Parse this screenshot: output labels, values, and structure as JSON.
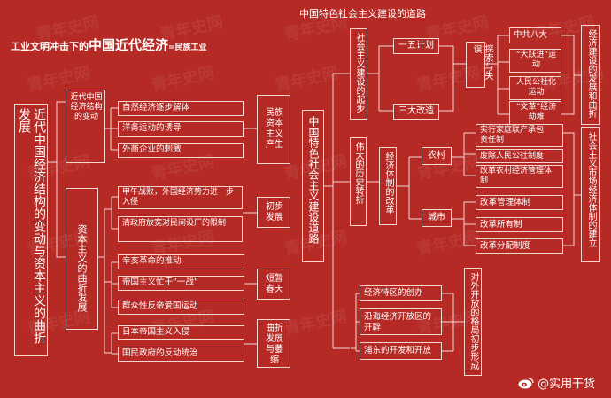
{
  "title": {
    "prefix": "工业文明冲击下的",
    "main": "中国近代经济",
    "suffix": "=民族工业"
  },
  "right_title": "中国特色社会主义建设的道路",
  "left": {
    "root": "近代中国经济结构的变动与资本主义的曲折发展",
    "structure_change": "近代中国经济结构的变动",
    "capitalism_twists": "资本主义的曲折发展",
    "factors": [
      "自然经济逐步解体",
      "洋务运动的诱导",
      "外商企业的刺激"
    ],
    "birth": "民族资本主义产生",
    "early_causes": [
      "甲午战败，外国经济势力进一步入侵",
      "清政府放宽对民间设厂的限制"
    ],
    "early_dev": "初步发展",
    "spring_causes": [
      "辛亥革命的推动",
      "帝国主义忙于“一战”",
      "群众性反帝爱国运动"
    ],
    "spring": "短暂春天",
    "decline_causes": [
      "日本帝国主义入侵",
      "国民政府的反动统治"
    ],
    "decline": "曲折发展与萎缩"
  },
  "right": {
    "center": "中国特色社会主义建设道路",
    "start": "社会主义建设的起步",
    "five_year": "一五计划",
    "three_transform": "三大改造",
    "explore": "探索与失误",
    "explore_items": [
      "中共八大",
      "“大跃进”运动",
      "人民公社化运动",
      "“文革”经济劫难"
    ],
    "development_twists": "经济建设的发展和曲折",
    "turn": "伟大的历史转折",
    "reform": "经济体制的改革",
    "rural": "农村",
    "rural_items": [
      "实行家庭联产承包责任制",
      "废除人民公社制度",
      "改革农村经济管理体制"
    ],
    "urban": "城市",
    "urban_items": [
      "改革管理体制",
      "改革所有制",
      "改革分配制度"
    ],
    "market_economy": "社会主义市场经济体制的建立",
    "opening_items": [
      "经济特区的创办",
      "沿海经济开放区的开辟",
      "浦东的开发和开放"
    ],
    "opening": "对外开放的格局初步形成"
  },
  "watermark": "青年史网",
  "signature": "@实用干货",
  "colors": {
    "background": "#b52a25",
    "line": "#f3d6d2",
    "text": "#ffffff"
  }
}
